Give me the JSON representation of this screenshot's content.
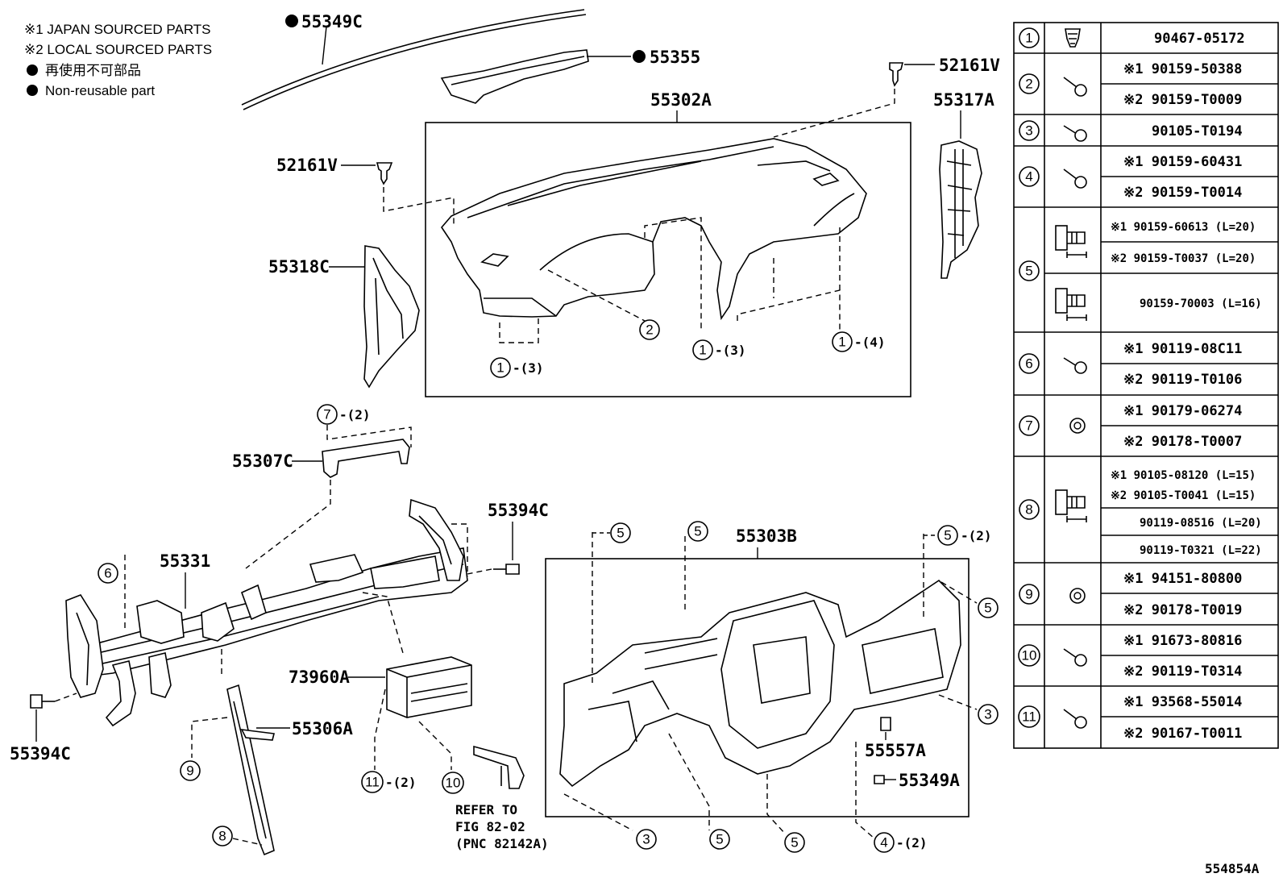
{
  "legend": {
    "line1": "※1 JAPAN SOURCED PARTS",
    "line2": "※2 LOCAL SOURCED PARTS",
    "line3": "再使用不可部品",
    "line4": "Non-reusable part"
  },
  "part_labels": {
    "p55349C": "55349C",
    "p55355": "55355",
    "p52161V_top": "52161V",
    "p55302A": "55302A",
    "p55317A": "55317A",
    "p52161V_left": "52161V",
    "p55318C": "55318C",
    "p55307C": "55307C",
    "p55394C_top": "55394C",
    "p55331": "55331",
    "p55303B": "55303B",
    "p73960A": "73960A",
    "p55306A": "55306A",
    "p55394C_bottom": "55394C",
    "p55557A": "55557A",
    "p55349A": "55349A"
  },
  "callouts": {
    "c1_3_left": {
      "num": "1",
      "qty": "-(3)"
    },
    "c2": {
      "num": "2",
      "qty": ""
    },
    "c1_3_mid": {
      "num": "1",
      "qty": "-(3)"
    },
    "c1_4": {
      "num": "1",
      "qty": "-(4)"
    },
    "c7_2": {
      "num": "7",
      "qty": "-(2)"
    },
    "c6": {
      "num": "6",
      "qty": ""
    },
    "c9": {
      "num": "9",
      "qty": ""
    },
    "c8": {
      "num": "8",
      "qty": ""
    },
    "c11_2": {
      "num": "11",
      "qty": "-(2)"
    },
    "c10": {
      "num": "10",
      "qty": ""
    },
    "c5_a": {
      "num": "5",
      "qty": ""
    },
    "c5_b": {
      "num": "5",
      "qty": ""
    },
    "c5_2": {
      "num": "5",
      "qty": "-(2)"
    },
    "c5_right": {
      "num": "5",
      "qty": ""
    },
    "c3_right": {
      "num": "3",
      "qty": ""
    },
    "c3_bottom": {
      "num": "3",
      "qty": ""
    },
    "c5_bottom1": {
      "num": "5",
      "qty": ""
    },
    "c5_bottom2": {
      "num": "5",
      "qty": ""
    },
    "c4_2": {
      "num": "4",
      "qty": "-(2)"
    }
  },
  "refer": {
    "line1": "REFER TO",
    "line2": "FIG 82-02",
    "line3": "(PNC 82142A)"
  },
  "figure_id": "554854A",
  "fastener_table": {
    "rows": [
      {
        "index": "1",
        "parts": [
          "90467-05172"
        ],
        "icon": "clip-icon"
      },
      {
        "index": "2",
        "parts": [
          "※1 90159-50388",
          "※2 90159-T0009"
        ],
        "icon": "screw-icon"
      },
      {
        "index": "3",
        "parts": [
          "90105-T0194"
        ],
        "icon": "bolt-icon"
      },
      {
        "index": "4",
        "parts": [
          "※1 90159-60431",
          "※2 90159-T0014"
        ],
        "icon": "screw-icon"
      },
      {
        "index": "5",
        "parts": [
          "※1 90159-60613 (L=20)",
          "※2 90159-T0037 (L=20)",
          "90159-70003 (L=16)"
        ],
        "icon": "flange-bolt-icon"
      },
      {
        "index": "6",
        "parts": [
          "※1 90119-08C11",
          "※2 90119-T0106"
        ],
        "icon": "bolt-icon"
      },
      {
        "index": "7",
        "parts": [
          "※1 90179-06274",
          "※2 90178-T0007"
        ],
        "icon": "nut-icon"
      },
      {
        "index": "8",
        "parts": [
          "※1 90105-08120 (L=15)",
          "※2 90105-T0041 (L=15)",
          "90119-08516 (L=20)",
          "90119-T0321 (L=22)"
        ],
        "icon": "flange-bolt-icon"
      },
      {
        "index": "9",
        "parts": [
          "※1 94151-80800",
          "※2 90178-T0019"
        ],
        "icon": "nut-icon"
      },
      {
        "index": "10",
        "parts": [
          "※1 91673-80816",
          "※2 90119-T0314"
        ],
        "icon": "bolt-icon"
      },
      {
        "index": "11",
        "parts": [
          "※1 93568-55014",
          "※2 90167-T0011"
        ],
        "icon": "screw-icon"
      }
    ]
  }
}
